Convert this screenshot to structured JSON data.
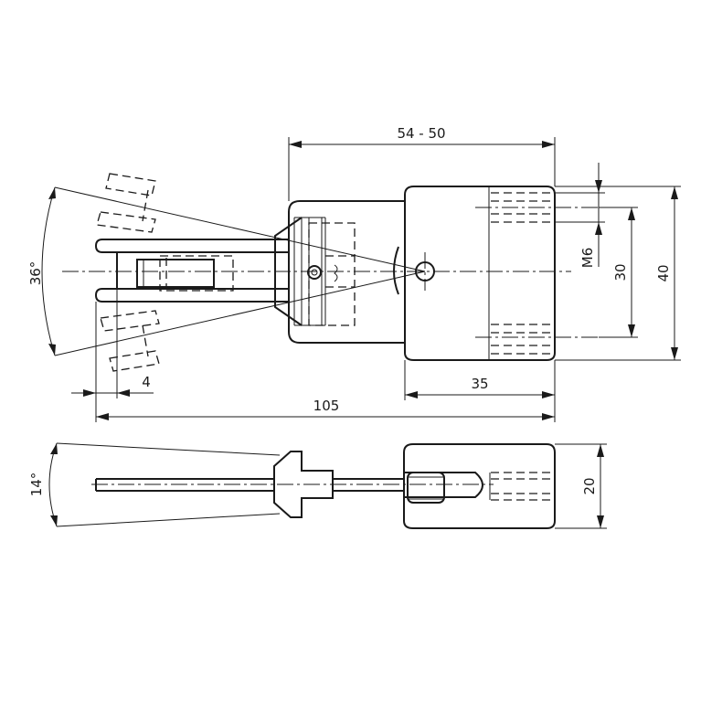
{
  "drawing": {
    "colors": {
      "line": "#1a1a1a",
      "background": "#ffffff"
    },
    "dimensions": {
      "overall_length": "105",
      "body_length": "35",
      "stroke": "54 - 50",
      "slot_width": "4",
      "thread": "M6",
      "hole_spacing": "30",
      "body_height": "40",
      "thickness": "20",
      "swing_angle": "36°",
      "side_angle": "14°"
    }
  }
}
